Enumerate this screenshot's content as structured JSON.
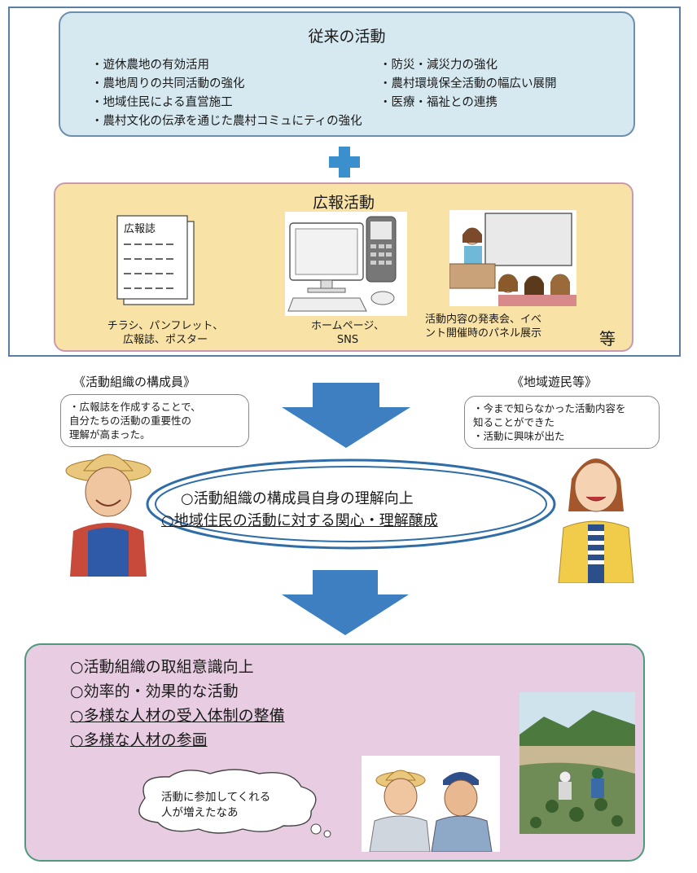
{
  "traditional": {
    "title": "従来の活動",
    "left_items": [
      "・遊休農地の有効活用",
      "・農地周りの共同活動の強化",
      "・地域住民による直営施工",
      "・農村文化の伝承を通じた農村コミュにティの強化"
    ],
    "right_items": [
      "・防災・減災力の強化",
      "・農村環境保全活動の幅広い展開",
      "・医療・福祉との連携"
    ]
  },
  "pr": {
    "title": "広報活動",
    "magazine_label": "広報誌",
    "caption1_line1": "チラシ、パンフレット、",
    "caption1_line2": "広報誌、ポスター",
    "caption2_line1": "ホームページ、",
    "caption2_line2": "SNS",
    "caption3_line1": "活動内容の発表会、イベ",
    "caption3_line2": "ント開催時のパネル展示",
    "etc": "等"
  },
  "members": {
    "label": "《活動組織の構成員》",
    "bubble": [
      "・広報誌を作成することで、",
      "自分たちの活動の重要性の",
      "理解が高まった。"
    ]
  },
  "residents": {
    "label": "《地域遊民等》",
    "bubble": [
      "・今まで知らなかった活動内容を",
      "知ることができた",
      "・活動に興味が出た"
    ]
  },
  "center": {
    "line1": "○活動組織の構成員自身の理解向上",
    "line2": "○地域住民の活動に対する関心・理解醸成"
  },
  "result": {
    "items": [
      "○活動組織の取組意識向上",
      "○効率的・効果的な活動",
      "○多様な人材の受入体制の整備",
      "○多様な人材の参画"
    ],
    "thought": [
      "活動に参加してくれる",
      "人が増えたなあ"
    ]
  },
  "colors": {
    "traditional_bg": "#d6e8f0",
    "pr_bg": "#f9e2a6",
    "result_bg": "#e8cde2",
    "arrow": "#3d7fc0",
    "plus": "#3b8fcc"
  }
}
